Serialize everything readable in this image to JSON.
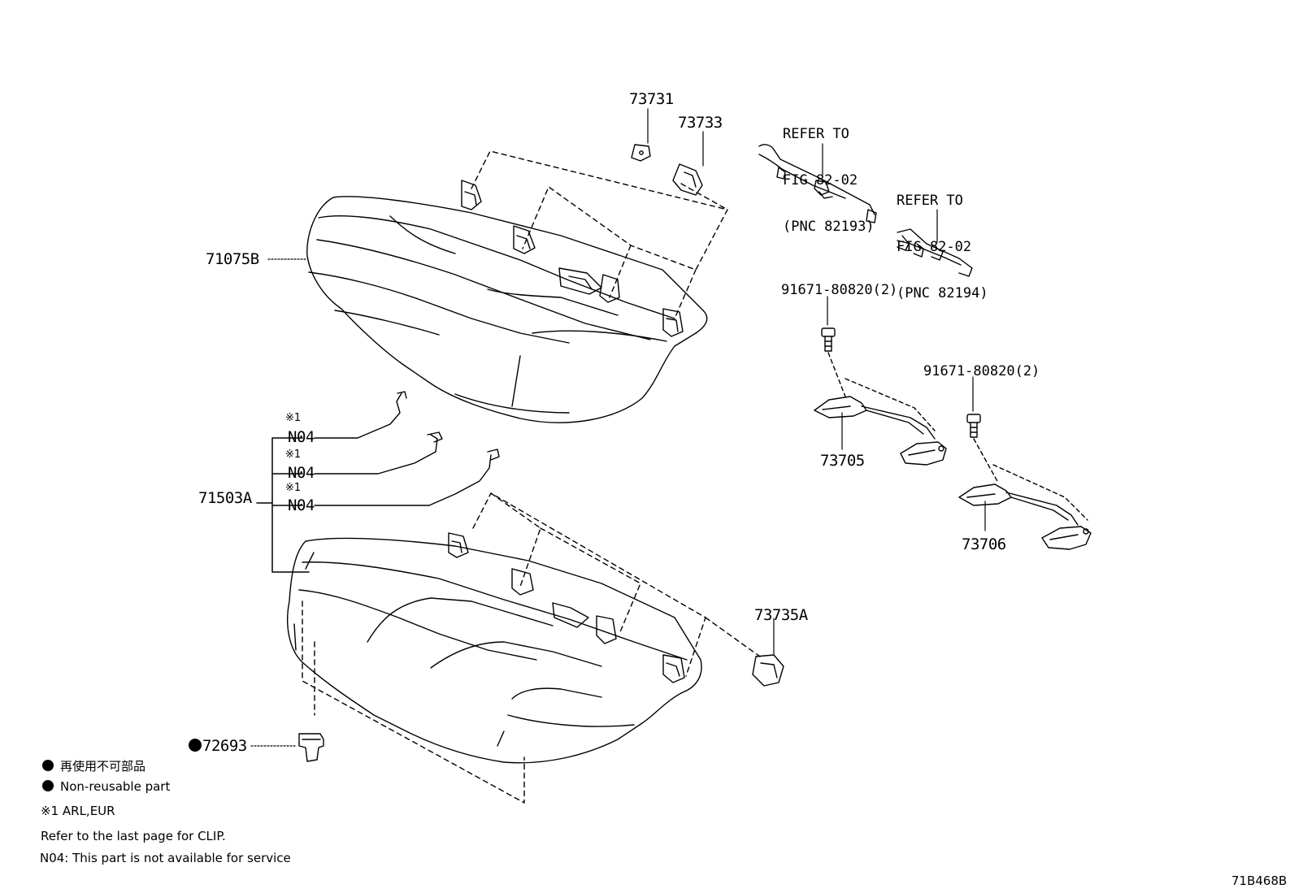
{
  "labels": {
    "p73731": "73731",
    "p73733": "73733",
    "p71075b": "71075B",
    "p71503a": "71503A",
    "n04_1": "N04",
    "n04_2": "N04",
    "n04_3": "N04",
    "mark_1": "※1",
    "mark_2": "※1",
    "mark_3": "※1",
    "p72693": "72693",
    "p73735a": "73735A",
    "p73705": "73705",
    "p73706": "73706",
    "bolt_a": "91671-80820(2)",
    "bolt_b": "91671-80820(2)",
    "ref_a_line1": "REFER TO",
    "ref_a_line2": "FIG 82-02",
    "ref_a_line3": "(PNC 82193)",
    "ref_b_line1": "REFER TO",
    "ref_b_line2": "FIG 82-02",
    "ref_b_line3": "(PNC 82194)",
    "figure_id": "71B468B"
  },
  "legend": {
    "nonreusable_jp": "再使用不可部品",
    "nonreusable_en": "Non-reusable part",
    "note_1": "※1 ARL,EUR",
    "clip_note": "Refer to the last page for CLIP.",
    "n04_note": "N04: This part is not available for service"
  }
}
